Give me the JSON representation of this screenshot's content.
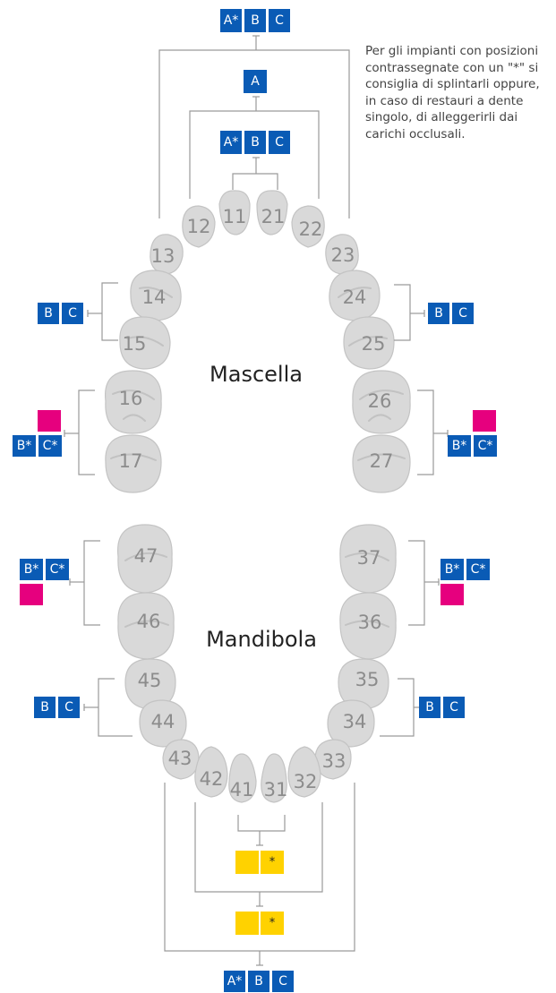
{
  "note": "Per gli impianti con posizioni contrassegnate con un \"*\" si consiglia di splintarli oppure, in caso di restauri a dente singolo, di alleggerirli dai carichi occlusali.",
  "labels": {
    "upper": "Mascella",
    "lower": "Mandibola"
  },
  "colors": {
    "blue": "#0a5bb5",
    "pink": "#e6007e",
    "yellow": "#ffd200",
    "tooth": "#d9d9d9",
    "text": "#8c8c8c"
  },
  "teeth": [
    "11",
    "12",
    "13",
    "14",
    "15",
    "16",
    "17",
    "21",
    "22",
    "23",
    "24",
    "25",
    "26",
    "27",
    "31",
    "32",
    "33",
    "34",
    "35",
    "36",
    "37",
    "41",
    "42",
    "43",
    "44",
    "45",
    "46",
    "47"
  ],
  "badges": {
    "upper_outer": [
      "A*",
      "B",
      "C"
    ],
    "upper_middle": [
      "A"
    ],
    "upper_inner": [
      "A*",
      "B",
      "C"
    ],
    "left_14_15": [
      "B",
      "C"
    ],
    "right_24_25": [
      "B",
      "C"
    ],
    "left_16_17": [
      "B*",
      "C*"
    ],
    "right_26_27": [
      "B*",
      "C*"
    ],
    "left_46_47": [
      "B*",
      "C*"
    ],
    "right_36_37": [
      "B*",
      "C*"
    ],
    "left_44_45": [
      "B",
      "C"
    ],
    "right_34_35": [
      "B",
      "C"
    ],
    "lower_inner": [
      "",
      "*"
    ],
    "lower_middle": [
      "",
      "*"
    ],
    "lower_outer": [
      "A*",
      "B",
      "C"
    ]
  }
}
